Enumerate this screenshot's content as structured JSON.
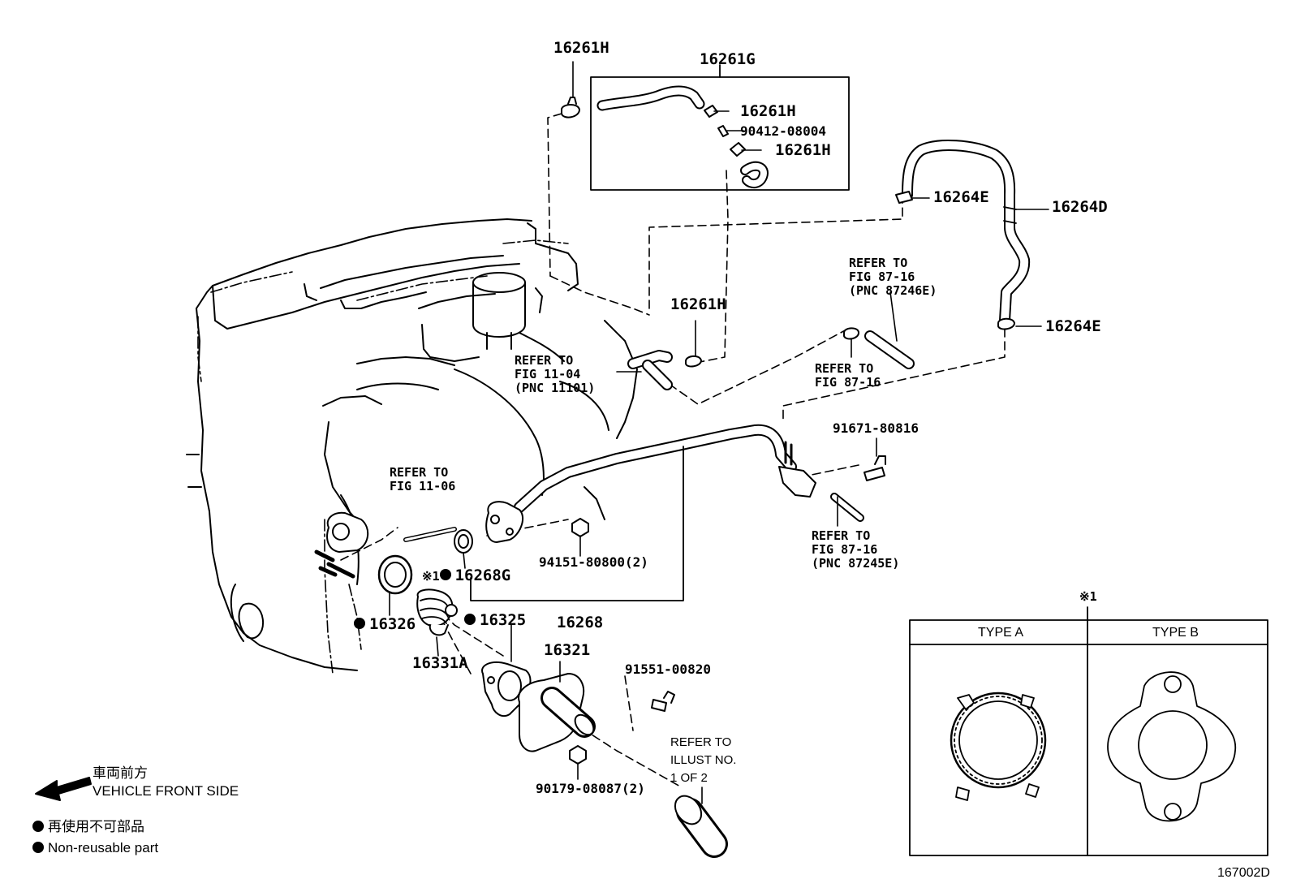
{
  "labels": {
    "p16261H_top": "16261H",
    "p16261G": "16261G",
    "p16261H_a": "16261H",
    "p90412": "90412-08004",
    "p16261H_b": "16261H",
    "p16264E_top": "16264E",
    "p16264D": "16264D",
    "p16264E_bot": "16264E",
    "p16261H_mid": "16261H",
    "p91671": "91671-80816",
    "p94151": "94151-80800(2)",
    "p16268G": "16268G",
    "p16268": "16268",
    "p16326": "16326",
    "p16325": "16325",
    "p16331A": "16331A",
    "p16321": "16321",
    "p91551": "91551-00820",
    "p90179": "90179-08087(2)",
    "mark_1a": "※1",
    "mark_1b": "※1"
  },
  "refs": {
    "r87246": [
      "REFER TO",
      "FIG 87-16",
      "(PNC 87246E)"
    ],
    "r8716": [
      "REFER TO",
      "FIG 87-16"
    ],
    "r1104": [
      "REFER TO",
      "FIG 11-04",
      "(PNC 11101)"
    ],
    "r1106": [
      "REFER TO",
      "FIG 11-06"
    ],
    "r87245": [
      "REFER TO",
      "FIG 87-16",
      "(PNC 87245E)"
    ],
    "rillust": [
      "REFER TO",
      "ILLUST NO.",
      "1 OF 2"
    ]
  },
  "type_box": {
    "type_a": "TYPE A",
    "type_b": "TYPE B"
  },
  "legend": {
    "front_jp": "車両前方",
    "front_en": "VEHICLE FRONT SIDE",
    "nonreuse_jp": "再使用不可部品",
    "nonreuse_en": "Non-reusable part"
  },
  "figure_code": "167002D"
}
